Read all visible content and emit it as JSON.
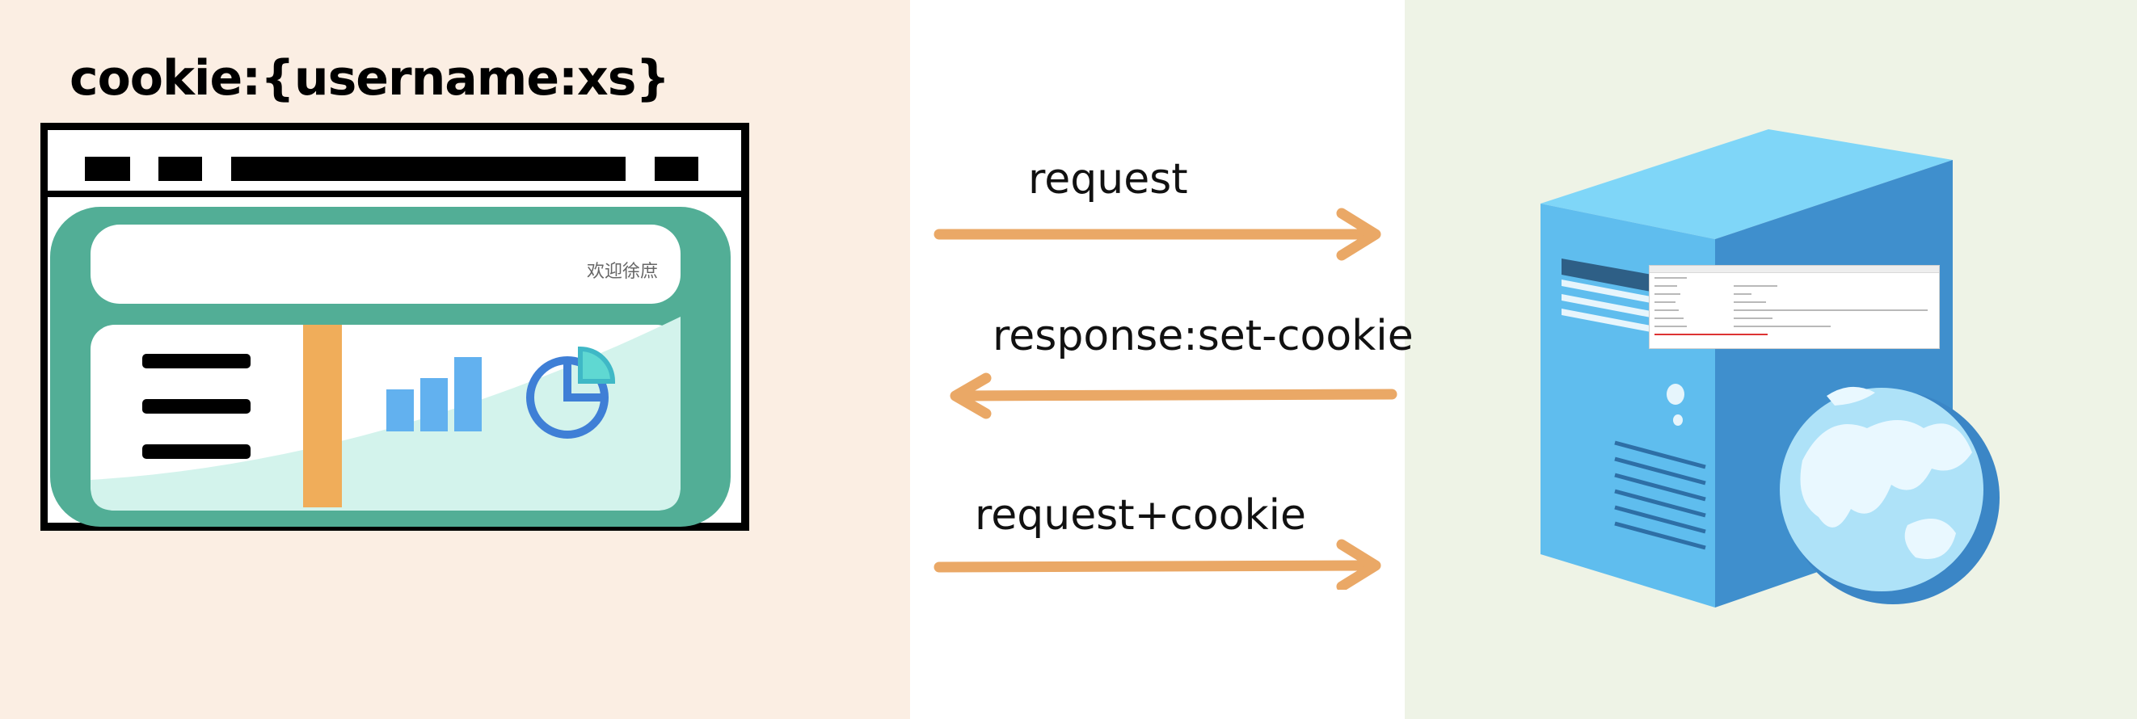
{
  "client": {
    "cookie_label": "cookie:{username:xs}",
    "welcome_text": "欢迎徐庶"
  },
  "arrows": [
    {
      "label": "request",
      "direction": "right"
    },
    {
      "label": "response:set-cookie",
      "direction": "left"
    },
    {
      "label": "request+cookie",
      "direction": "right"
    }
  ],
  "colors": {
    "left_panel": "#fbeee3",
    "right_panel": "#eef3e6",
    "arrow": "#eaa866",
    "browser_frame": "#000000",
    "browser_body": "#52ae96",
    "accent_bar": "#f0ad5a",
    "chart_blue": "#62b1ef",
    "server_light": "#6cc3f0",
    "server_dark": "#3f8fcd"
  },
  "icons": [
    "browser-window-icon",
    "bar-chart-icon",
    "pie-chart-icon",
    "menu-lines-icon",
    "server-icon",
    "globe-icon",
    "arrow-right-icon",
    "arrow-left-icon"
  ]
}
